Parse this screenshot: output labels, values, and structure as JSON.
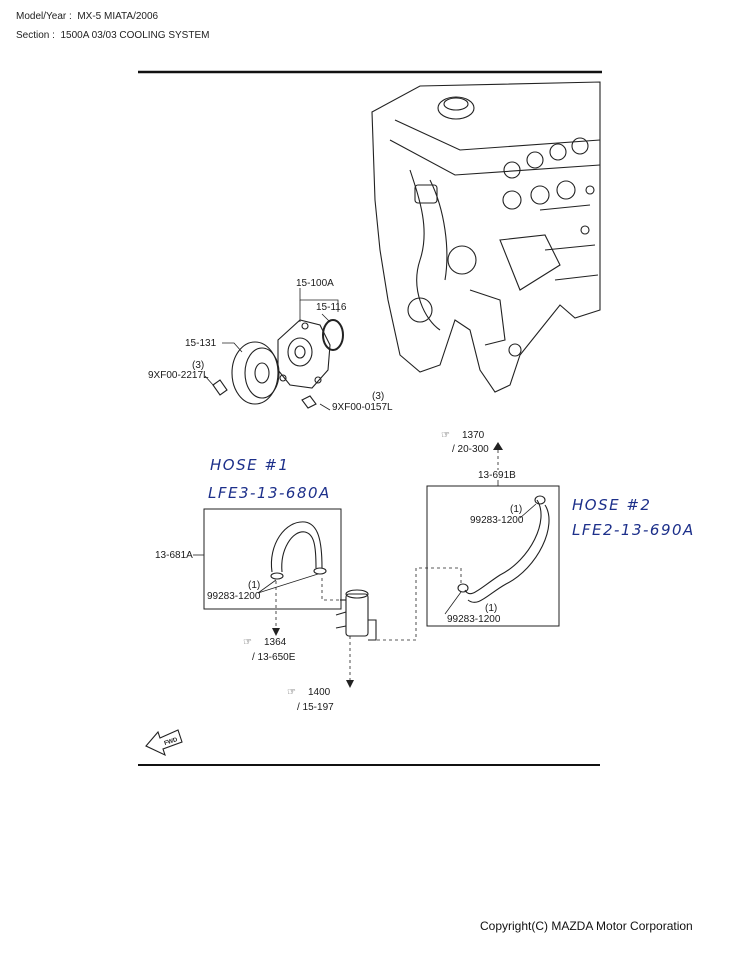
{
  "header": {
    "model_label": "Model/Year :",
    "model_value": "MX-5 MIATA/2006",
    "section_label": "Section :",
    "section_value": "1500A 03/03 COOLING SYSTEM"
  },
  "parts": {
    "water_pump_assy": "15-100A",
    "gasket": "15-116",
    "pulley": "15-131",
    "bolt_left_qty": "(3)",
    "bolt_left": "9XF00-2217L",
    "bolt_right_qty": "(3)",
    "bolt_right": "9XF00-0157L",
    "hose1_part": "13-681A",
    "clamp_left_qty": "(1)",
    "clamp_left": "99283-1200",
    "hose2_part": "13-691B",
    "clamp_right_top_qty": "(1)",
    "clamp_right_top": "99283-1200",
    "clamp_right_bottom_qty": "(1)",
    "clamp_right_bottom": "99283-1200"
  },
  "references": {
    "ref_1370": "1370",
    "ref_1370_sub": "/ 20-300",
    "ref_1364": "1364",
    "ref_1364_sub": "/ 13-650E",
    "ref_1400": "1400",
    "ref_1400_sub": "/ 15-197"
  },
  "handwriting": {
    "hose1_title": "HOSE #1",
    "hose1_part": "LFE3-13-680A",
    "hose2_title": "HOSE #2",
    "hose2_part": "LFE2-13-690A"
  },
  "fwd_label": "FWD",
  "footer": {
    "copyright": "Copyright(C) MAZDA Motor Corporation"
  },
  "colors": {
    "ink": "#1a1a1a",
    "handwriting": "#1c2f8a"
  }
}
